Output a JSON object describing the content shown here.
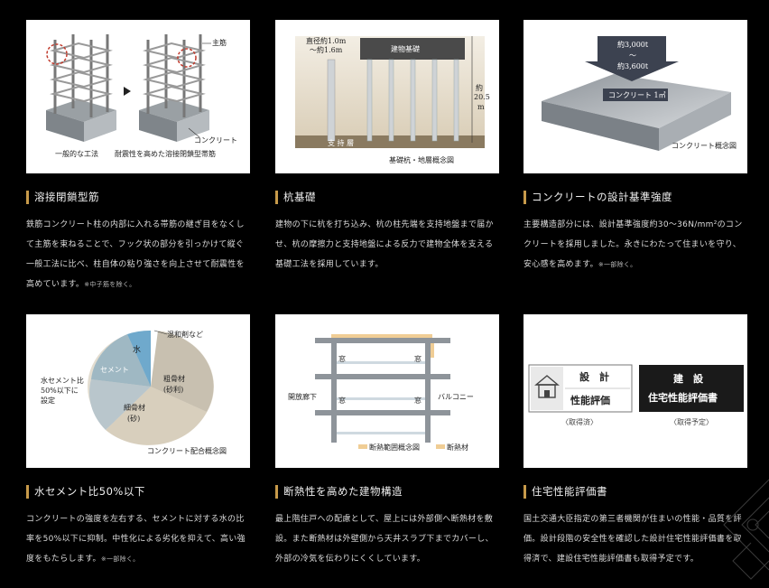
{
  "cells": [
    {
      "heading": "溶接閉鎖型筋",
      "text": "鉄筋コンクリート柱の内部に入れる帯筋の継ぎ目をなくして主筋を束ねることで、フック状の部分を引っかけて縦ぐ一般工法に比べ、柱自体の粘り強さを向上させて耐震性を高めています。",
      "note": "※中子筋を除く。",
      "figure": {
        "label_main": "主筋",
        "label_concrete": "コンクリート",
        "caption_left": "一般的な工法",
        "caption_right": "耐震性を高めた溶接閉鎖型帯筋"
      }
    },
    {
      "heading": "杭基礎",
      "text": "建物の下に杭を打ち込み、杭の柱先端を支持地盤まで届かせ、杭の摩擦力と支持地盤による反力で建物全体を支える基礎工法を採用しています。",
      "note": "",
      "figure": {
        "diameter_1": "直径約1.0m",
        "diameter_2": "～約1.6m",
        "building": "建物基礎",
        "depth_1": "約",
        "depth_2": "20.5",
        "depth_3": "m",
        "layer": "支 持 層",
        "caption": "基礎杭・地層概念図"
      }
    },
    {
      "heading": "コンクリートの設計基準強度",
      "text": "主要構造部分には、設計基準強度約30～36N/mm²のコンクリートを採用しました。永きにわたって住まいを守り、安心感を高めます。",
      "note": "※一部除く。",
      "figure": {
        "load_1": "約3,000t",
        "load_2": "〜",
        "load_3": "約3,600t",
        "volume": "コンクリート 1㎥",
        "caption": "コンクリート概念図"
      }
    },
    {
      "heading": "水セメント比50%以下",
      "text": "コンクリートの強度を左右する、セメントに対する水の比率を50%以下に抑制。中性化による劣化を抑えて、高い強度をもたらします。",
      "note": "※一部除く。",
      "figure": {
        "water": "水",
        "cement": "セメント",
        "admixture": "混和剤など",
        "coarse_1": "粗骨材",
        "coarse_2": "(砂利)",
        "fine_1": "細骨材",
        "fine_2": "(砂)",
        "ratio_1": "水セメント比",
        "ratio_2": "50%以下に",
        "ratio_3": "設定",
        "caption": "コンクリート配合概念図"
      }
    },
    {
      "heading": "断熱性を高めた建物構造",
      "text": "最上階住戸への配慮として、屋上には外部側へ断熱材を敷設。また断熱材は外壁側から天井スラブ下までカバーし、外部の冷気を伝わりにくくしています。",
      "note": "",
      "figure": {
        "window": "窓",
        "corridor": "開放廊下",
        "balcony": "バルコニー",
        "caption": "断熱範囲概念図",
        "legend": "断熱材"
      }
    },
    {
      "heading": "住宅性能評価書",
      "text": "国土交通大臣指定の第三者機関が住まいの性能・品質を評価。設計段階の安全性を確認した設計住宅性能評価書を取得済で、建設住宅性能評価書も取得予定です。",
      "note": "",
      "figure": {
        "design_1": "設　計",
        "design_2": "性能評価",
        "build_1": "建　設",
        "build_2": "住宅性能評価書",
        "status_1": "〈取得済〉",
        "status_2": "〈取得予定〉"
      }
    }
  ],
  "colors": {
    "accent": "#c79a4a",
    "background": "#000000"
  }
}
